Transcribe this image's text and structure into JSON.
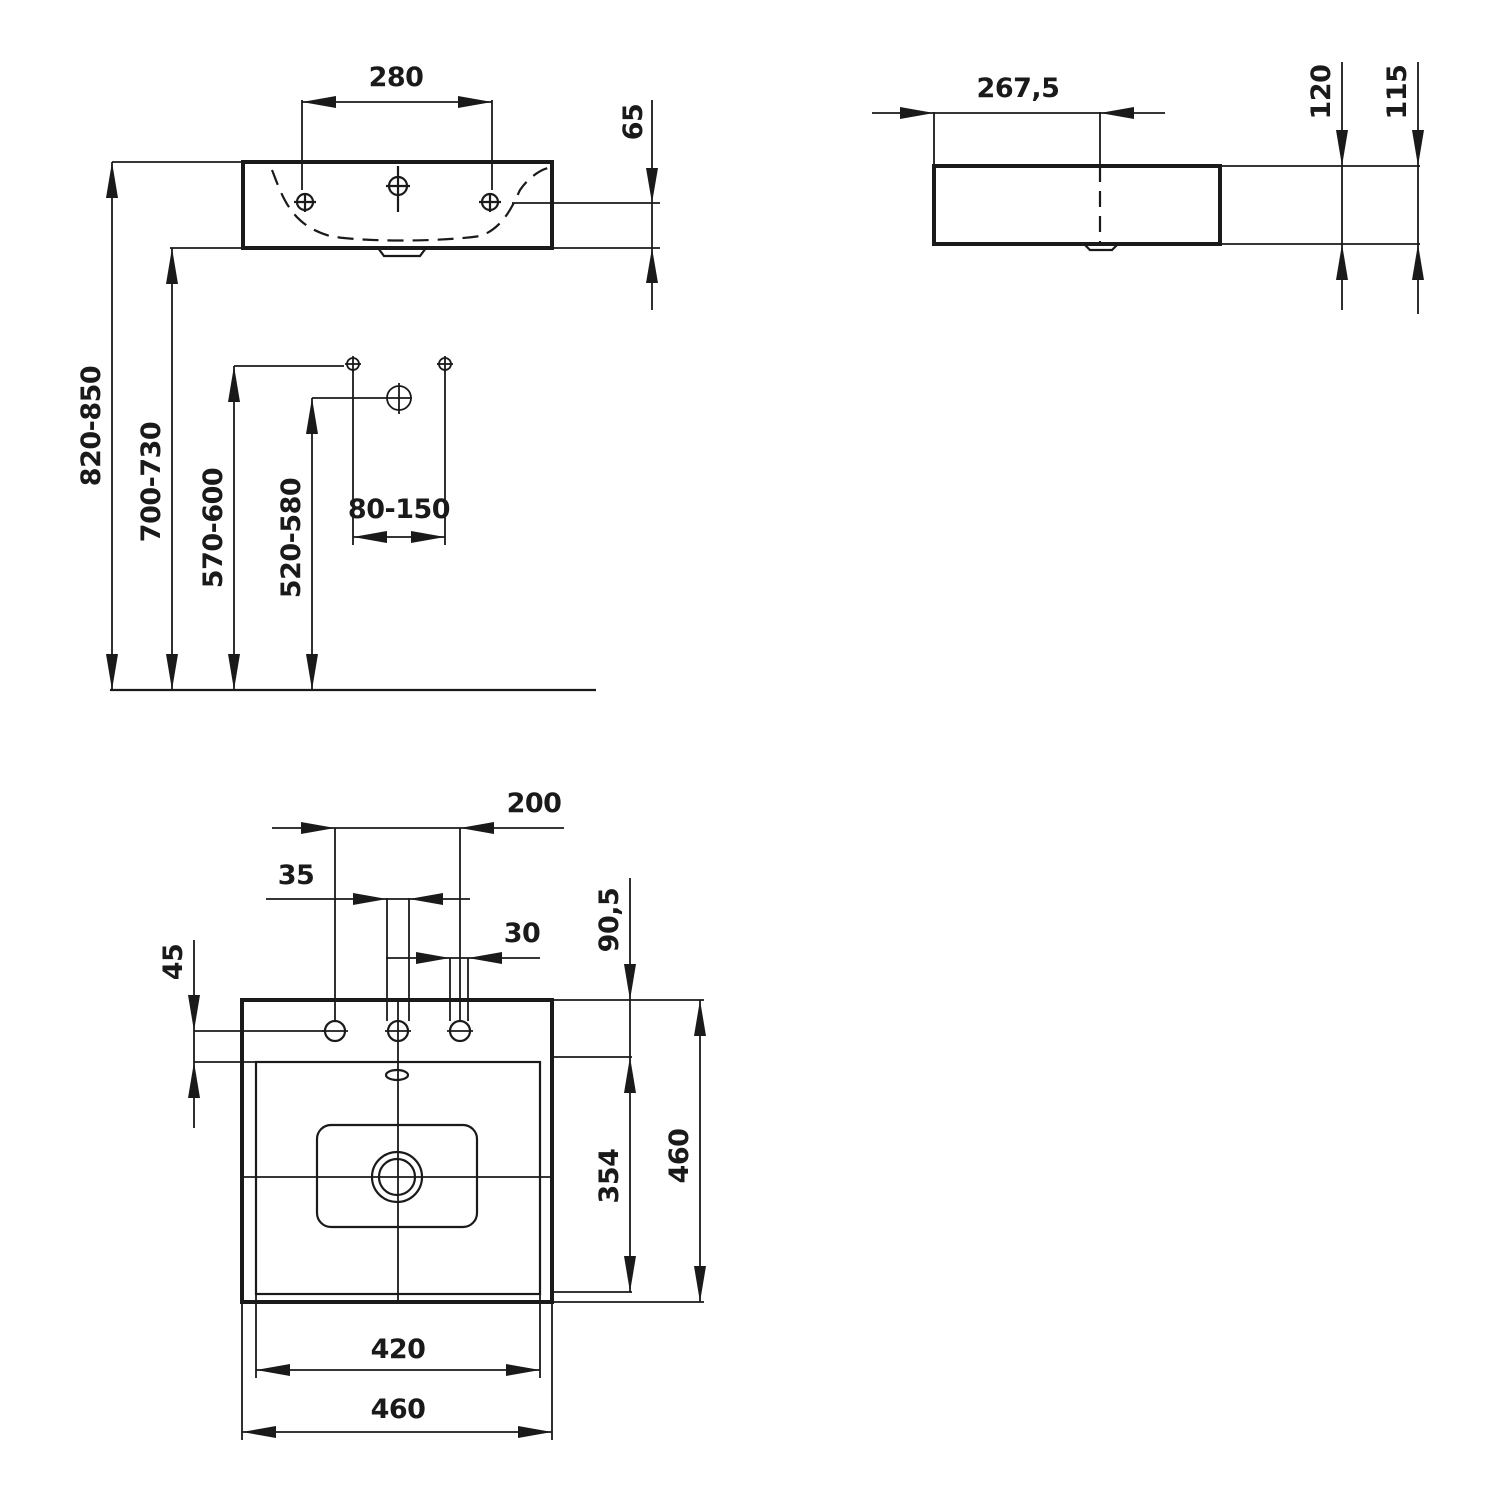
{
  "front_view": {
    "tap_spacing": "280",
    "rim_offset": "65",
    "height_overall": "820-850",
    "height_underside": "700-730",
    "height_supply": "570-600",
    "height_waste": "520-580",
    "supply_spacing": "80-150"
  },
  "side_view": {
    "depth_to_waste": "267,5",
    "height_total": "120",
    "height_body": "115"
  },
  "top_view": {
    "side_offset": "200",
    "hole_diameter": "35",
    "center_hole": "30",
    "edge_to_holes": "45",
    "rim_depth": "90,5",
    "bowl_depth": "354",
    "basin_depth": "460",
    "bowl_width": "420",
    "basin_width": "460"
  }
}
